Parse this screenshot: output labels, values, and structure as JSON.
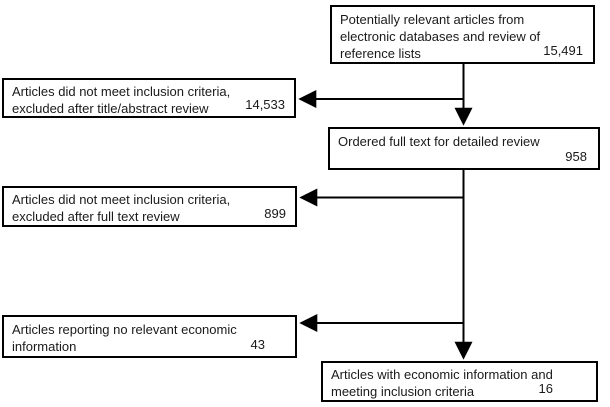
{
  "diagram": {
    "type": "flowchart",
    "background_color": "#ffffff",
    "line_color": "#000000",
    "text_color": "#1a1a1a",
    "boxes": [
      {
        "id": "identified",
        "lines": [
          "Potentially relevant articles from",
          "electronic databases and review of",
          "reference lists"
        ],
        "count": "15,491"
      },
      {
        "id": "excluded-title-abstract",
        "lines": [
          "Articles did not meet inclusion criteria,",
          "excluded after title/abstract review"
        ],
        "count": "14,533"
      },
      {
        "id": "full-text-ordered",
        "lines": [
          "Ordered full text for detailed review"
        ],
        "count": "958"
      },
      {
        "id": "excluded-full-text",
        "lines": [
          "Articles did not meet inclusion criteria,",
          "excluded after full text review"
        ],
        "count": "899"
      },
      {
        "id": "no-economic-information",
        "lines": [
          "Articles reporting no relevant economic",
          "information"
        ],
        "count": "43"
      },
      {
        "id": "included",
        "lines": [
          "Articles with economic information and",
          "meeting inclusion criteria"
        ],
        "count": "16"
      }
    ],
    "connections": [
      {
        "from": "identified",
        "to": "full-text-ordered",
        "direction": "down"
      },
      {
        "from": "identified",
        "to": "excluded-title-abstract",
        "direction": "left"
      },
      {
        "from": "full-text-ordered",
        "to": "included",
        "direction": "down"
      },
      {
        "from": "full-text-ordered",
        "to": "excluded-full-text",
        "direction": "left"
      },
      {
        "from": "full-text-ordered",
        "to": "no-economic-information",
        "direction": "left"
      }
    ]
  }
}
